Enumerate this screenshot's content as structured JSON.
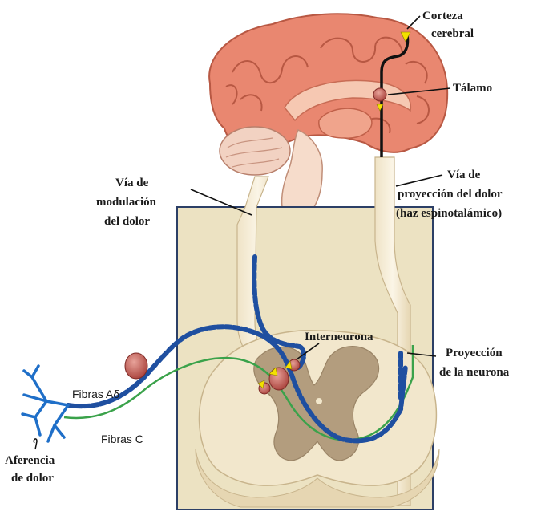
{
  "labels": {
    "corteza_line1": "Corteza",
    "corteza_line2": "cerebral",
    "talamo": "Tálamo",
    "via_proyeccion_line1": "Vía de",
    "via_proyeccion_line2": "proyección del dolor",
    "via_proyeccion_line3": "(haz espinotalámico)",
    "via_modulacion_line1": "Vía de",
    "via_modulacion_line2": "modulación",
    "via_modulacion_line3": "del dolor",
    "interneurona": "Interneurona",
    "proyeccion_neurona_line1": "Proyección",
    "proyeccion_neurona_line2": "de la neurona",
    "fibras_a": "Fibras Aδ",
    "fibras_c": "Fibras C",
    "aferencia_line1": "Aferencia",
    "aferencia_line2": "de dolor"
  },
  "colors": {
    "brain": "#e98770",
    "brain_light": "#f6c8b2",
    "spinal_box": "#ece2c2",
    "tract": "#f4ead2",
    "grey_matter": "#b39d7e",
    "fiber_blue": "#1f4fa0",
    "fiber_green": "#3aa24a",
    "neuron": "#c0504d",
    "arrow": "#f3e100"
  }
}
